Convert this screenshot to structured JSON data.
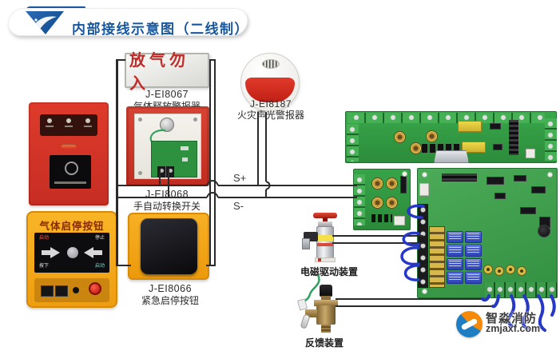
{
  "header": {
    "title": "内部接线示意图（二线制）"
  },
  "devices": {
    "warning_sign": {
      "text": "放气勿入"
    },
    "gas_release_alarm": {
      "model": "J-EI8067",
      "name": "气体释放警报器"
    },
    "manual_auto_switch": {
      "model": "J-EI8068",
      "name": "手自动转换开关"
    },
    "emergency_button": {
      "model": "J-EI8066",
      "name": "紧急启停按钮"
    },
    "fire_alarm": {
      "model": "J-EI8187",
      "name": "火灾声光警报器"
    },
    "gas_start_stop_button": {
      "title": "气体启停按钮",
      "panel": {
        "top_left": "启动",
        "top_right": "停止",
        "bottom_left": "按下",
        "bottom_right": "启动"
      }
    },
    "solenoid_drive": {
      "name": "电磁驱动装置"
    },
    "feedback_device": {
      "name": "反馈装置"
    }
  },
  "wiring": {
    "bus_plus": "S+",
    "bus_minus": "S-"
  },
  "watermark": {
    "brand": "智淼消防",
    "site": "zmjaxf.com"
  },
  "colors": {
    "header_blue": "#1a57a0",
    "device_red": "#d5342a",
    "device_yellow": "#f5a81e",
    "sign_red": "#bf2b28",
    "pcb_green": "#34a047",
    "relay_blue": "#3a52cc",
    "jumper_blue": "#2838c6",
    "wire_black": "#2b2b2b"
  }
}
